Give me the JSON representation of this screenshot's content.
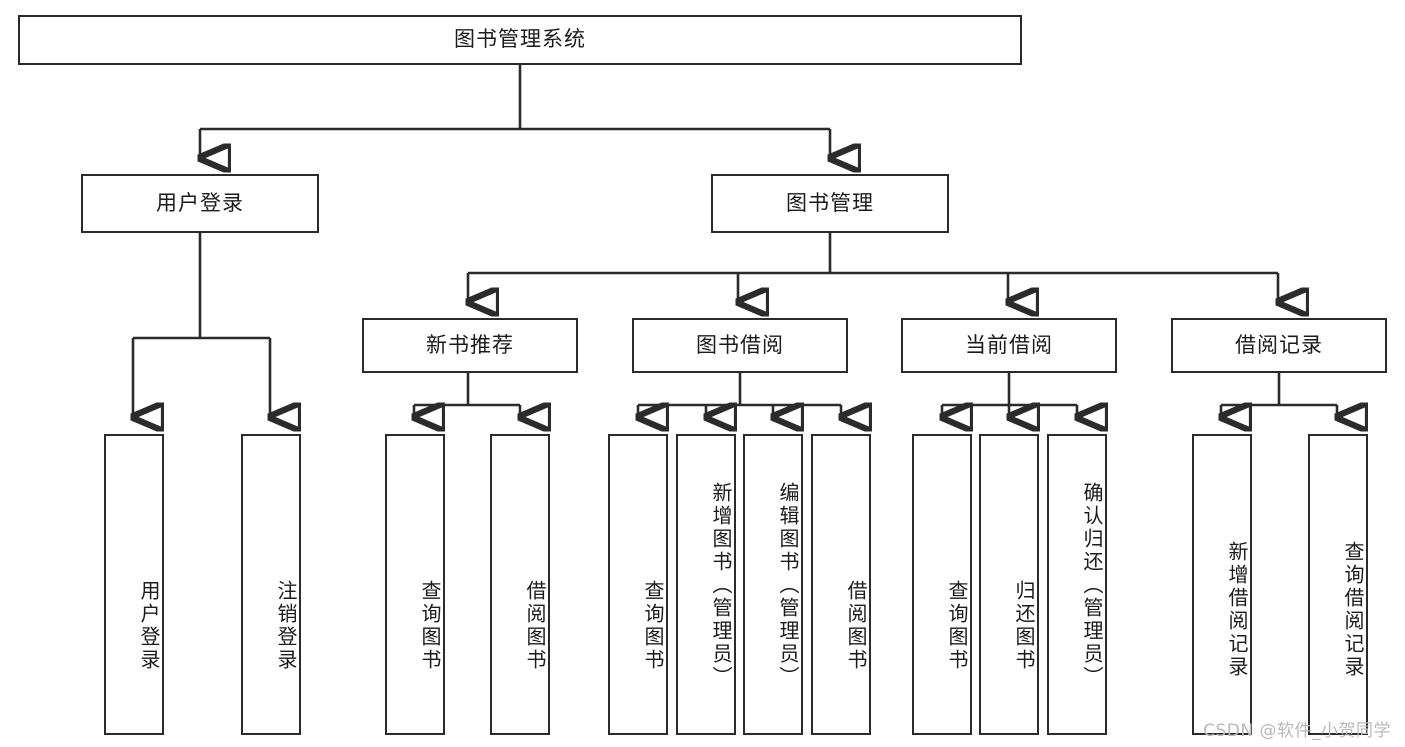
{
  "diagram": {
    "type": "tree",
    "title": "图书管理系统",
    "watermark": "CSDN @软件_小贺同学",
    "colors": {
      "box_border": "#2b2b2b",
      "box_fill": "#ffffff",
      "connector": "#2b2b2b",
      "text": "#1b1b1b",
      "watermark": "#b9b9b9",
      "background": "#ffffff"
    },
    "root": {
      "label": "图书管理系统"
    },
    "level2": [
      {
        "label": "用户登录"
      },
      {
        "label": "图书管理"
      }
    ],
    "level3": [
      {
        "label": "新书推荐"
      },
      {
        "label": "图书借阅"
      },
      {
        "label": "当前借阅"
      },
      {
        "label": "借阅记录"
      }
    ],
    "leaves": {
      "user_login": [
        {
          "label": "用户登录"
        },
        {
          "label": "注销登录"
        }
      ],
      "new_book_recommend": [
        {
          "label": "查询图书"
        },
        {
          "label": "借阅图书"
        }
      ],
      "book_borrow": [
        {
          "label": "查询图书"
        },
        {
          "label": "新增图书（管理员）"
        },
        {
          "label": "编辑图书（管理员）"
        },
        {
          "label": "借阅图书"
        }
      ],
      "current_borrow": [
        {
          "label": "查询图书"
        },
        {
          "label": "归还图书"
        },
        {
          "label": "确认归还（管理员）"
        }
      ],
      "borrow_record": [
        {
          "label": "新增借阅记录"
        },
        {
          "label": "查询借阅记录"
        }
      ]
    }
  }
}
